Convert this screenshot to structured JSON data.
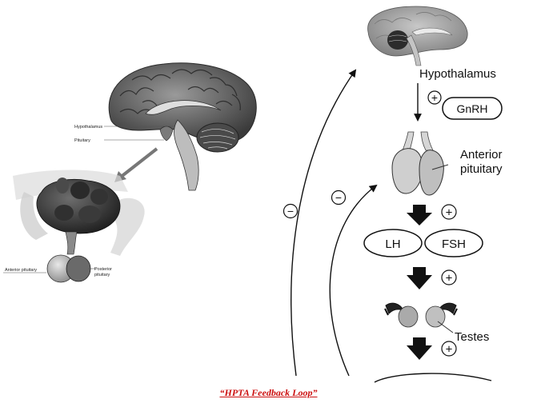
{
  "left_labels": {
    "hypothalamus": "Hypothalamus",
    "pituitary": "Pituitary",
    "anterior_pituitary": "Anterior pituitary",
    "posterior_pituitary_line1": "Posterior",
    "posterior_pituitary_line2": "pituitary"
  },
  "right_labels": {
    "hypothalamus": "Hypothalamus",
    "gnrh": "GnRH",
    "anterior_line1": "Anterior",
    "anterior_line2": "pituitary",
    "lh": "LH",
    "fsh": "FSH",
    "testes": "Testes"
  },
  "symbols": {
    "plus": "+",
    "minus": "−"
  },
  "caption": "“HPTA Feedback Loop”",
  "colors": {
    "caption": "#cc1111",
    "ink": "#111111"
  }
}
